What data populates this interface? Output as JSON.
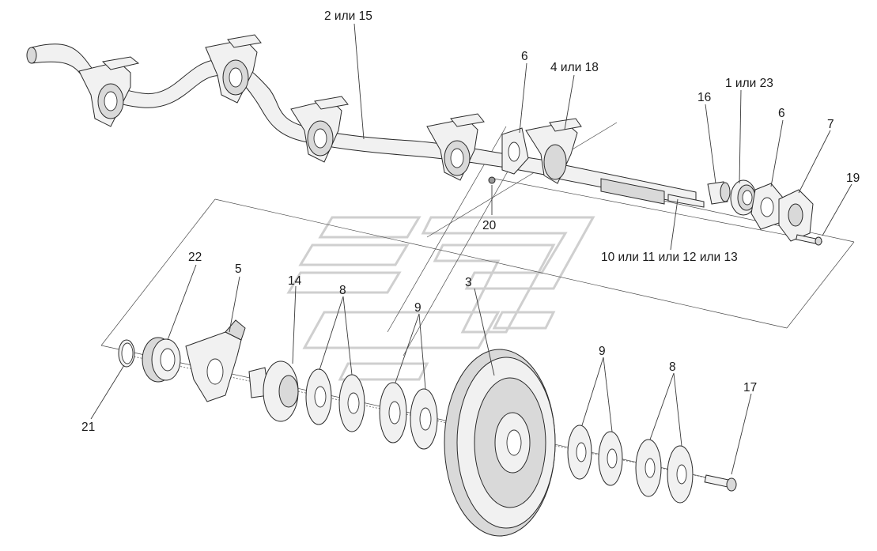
{
  "diagram": {
    "labels": [
      {
        "id": "l-2-15",
        "text": "2 или 15"
      },
      {
        "id": "l-6a",
        "text": "6"
      },
      {
        "id": "l-4-18",
        "text": "4 или 18"
      },
      {
        "id": "l-1-23",
        "text": "1 или 23"
      },
      {
        "id": "l-16",
        "text": "16"
      },
      {
        "id": "l-6b",
        "text": "6"
      },
      {
        "id": "l-7",
        "text": "7"
      },
      {
        "id": "l-19",
        "text": "19"
      },
      {
        "id": "l-20",
        "text": "20"
      },
      {
        "id": "l-10-13",
        "text": "10 или 11 или 12 или 13"
      },
      {
        "id": "l-22",
        "text": "22"
      },
      {
        "id": "l-5",
        "text": "5"
      },
      {
        "id": "l-14",
        "text": "14"
      },
      {
        "id": "l-8a",
        "text": "8"
      },
      {
        "id": "l-3",
        "text": "3"
      },
      {
        "id": "l-9a",
        "text": "9"
      },
      {
        "id": "l-9b",
        "text": "9"
      },
      {
        "id": "l-8b",
        "text": "8"
      },
      {
        "id": "l-17",
        "text": "17"
      },
      {
        "id": "l-21",
        "text": "21"
      }
    ]
  },
  "colors": {
    "line": "#3a3a3a",
    "part_fill": "#f1f1f1",
    "part_shade": "#d9d9d9",
    "watermark": "#cfcfcf"
  }
}
